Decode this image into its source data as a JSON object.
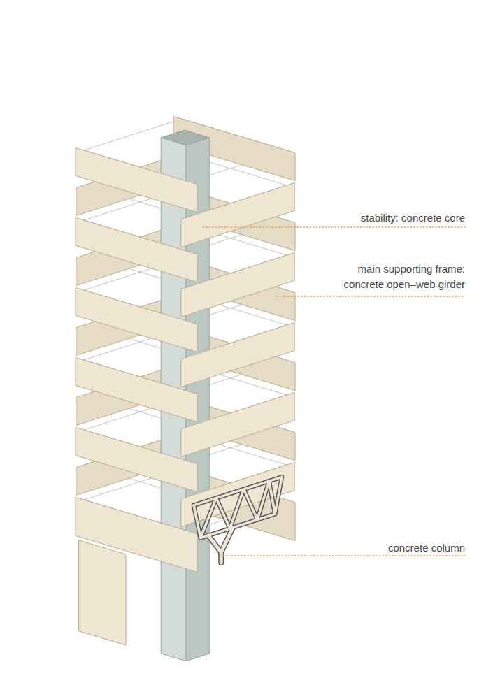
{
  "diagram": {
    "labels": [
      "stability: concrete core",
      "main supporting frame: concrete open–web girder",
      "concrete column"
    ]
  }
}
